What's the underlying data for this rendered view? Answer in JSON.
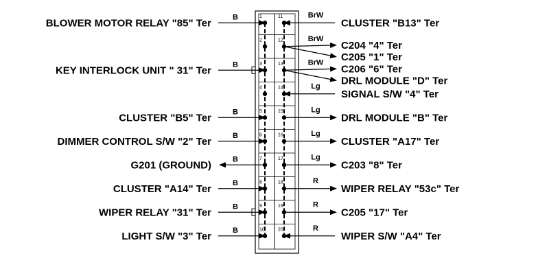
{
  "left_rows": [
    {
      "label": "BLOWER MOTOR RELAY \"85\" Ter",
      "wire": "B",
      "pin": "1",
      "dir": "in"
    },
    {
      "label": "",
      "wire": "",
      "pin": "2",
      "dir": "none"
    },
    {
      "label": "KEY INTERLOCK UNIT \" 31\" Ter",
      "wire": "B",
      "pin": "3",
      "dir": "in"
    },
    {
      "label": "",
      "wire": "",
      "pin": "4",
      "dir": "none"
    },
    {
      "label": "CLUSTER \"B5\" Ter",
      "wire": "B",
      "pin": "5",
      "dir": "in"
    },
    {
      "label": "DIMMER CONTROL S/W \"2\" Ter",
      "wire": "B",
      "pin": "6",
      "dir": "in"
    },
    {
      "label": "G201 (GROUND)",
      "wire": "B",
      "pin": "7",
      "dir": "out"
    },
    {
      "label": "CLUSTER \"A14\" Ter",
      "wire": "B",
      "pin": "8",
      "dir": "in"
    },
    {
      "label": "WIPER RELAY \"31\" Ter",
      "wire": "B",
      "pin": "9",
      "dir": "in"
    },
    {
      "label": "LIGHT S/W \"3\" Ter",
      "wire": "B",
      "pin": "10",
      "dir": "in"
    }
  ],
  "right_rows": [
    {
      "pin": "11",
      "wires": [
        {
          "wire": "BrW",
          "label": "CLUSTER \"B13\" Ter",
          "dir": "in"
        }
      ]
    },
    {
      "pin": "12",
      "wires": [
        {
          "wire": "BrW",
          "label": "C204 \"4\" Ter",
          "dir": "out"
        },
        {
          "wire": "",
          "label": "C205 \"1\" Ter",
          "dir": "out"
        }
      ]
    },
    {
      "pin": "13",
      "wires": [
        {
          "wire": "BrW",
          "label": "C206 \"6\" Ter",
          "dir": "out"
        },
        {
          "wire": "",
          "label": "DRL MODULE \"D\" Ter",
          "dir": "out"
        }
      ]
    },
    {
      "pin": "14",
      "wires": [
        {
          "wire": "Lg",
          "label": "SIGNAL S/W \"4\" Ter",
          "dir": "in"
        }
      ]
    },
    {
      "pin": "15",
      "wires": [
        {
          "wire": "Lg",
          "label": "DRL MODULE \"B\" Ter",
          "dir": "out"
        }
      ]
    },
    {
      "pin": "16",
      "wires": [
        {
          "wire": "Lg",
          "label": "CLUSTER \"A17\" Ter",
          "dir": "out"
        }
      ]
    },
    {
      "pin": "17",
      "wires": [
        {
          "wire": "Lg",
          "label": "C203 \"8\" Ter",
          "dir": "out"
        }
      ]
    },
    {
      "pin": "18",
      "wires": [
        {
          "wire": "R",
          "label": "WIPER RELAY \"53c\" Ter",
          "dir": "out"
        }
      ]
    },
    {
      "pin": "19",
      "wires": [
        {
          "wire": "R",
          "label": "C205 \"17\" Ter",
          "dir": "out"
        }
      ]
    },
    {
      "pin": "20",
      "wires": [
        {
          "wire": "R",
          "label": "WIPER S/W \"A4\" Ter",
          "dir": "in"
        }
      ]
    }
  ]
}
